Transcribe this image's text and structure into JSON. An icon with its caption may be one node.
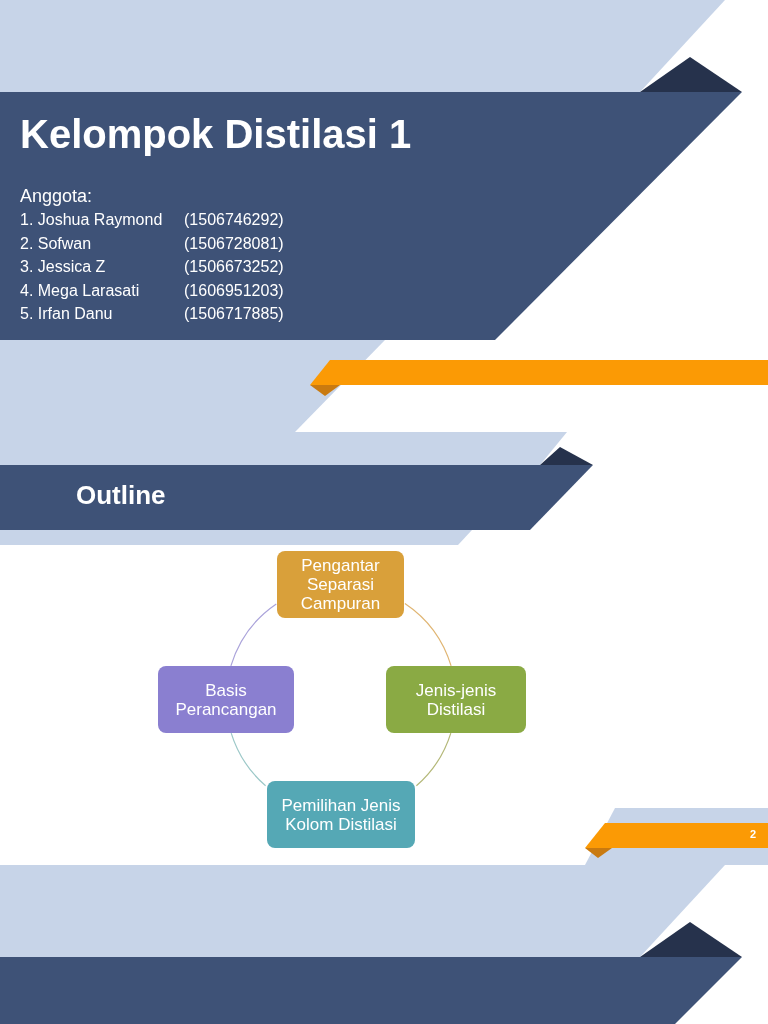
{
  "diagram": {
    "nodes": [
      {
        "text": [
          "Pengantar Separasi Campuran"
        ]
      },
      {
        "text": [
          "Basis Perancangan"
        ]
      },
      {
        "text": [
          "Jenis-jenis Distilasi"
        ]
      },
      {
        "text": [
          "Pemilihan Jenis Kolom Distilasi"
        ]
      }
    ],
    "edges": [
      {
        "from": 0,
        "to": 2,
        "arrow": "none",
        "color": "#e0b572"
      },
      {
        "from": 2,
        "to": 3,
        "arrow": "none",
        "color": "#b4b878"
      },
      {
        "from": 3,
        "to": 1,
        "arrow": "none",
        "color": "#9cc8c8"
      },
      {
        "from": 1,
        "to": 0,
        "arrow": "none",
        "color": "#aaa3da"
      }
    ],
    "labels": [
      "Kelompok Distilasi 1",
      "Anggota:",
      "1. Joshua Raymond",
      "(1506746292)",
      "2. Sofwan",
      "(1506728081)",
      "3. Jessica Z",
      "(1506673252)",
      "4. Mega Larasati",
      "(1606951203)",
      "5. Irfan Danu",
      "(1506717885)",
      "Outline",
      "2"
    ]
  }
}
